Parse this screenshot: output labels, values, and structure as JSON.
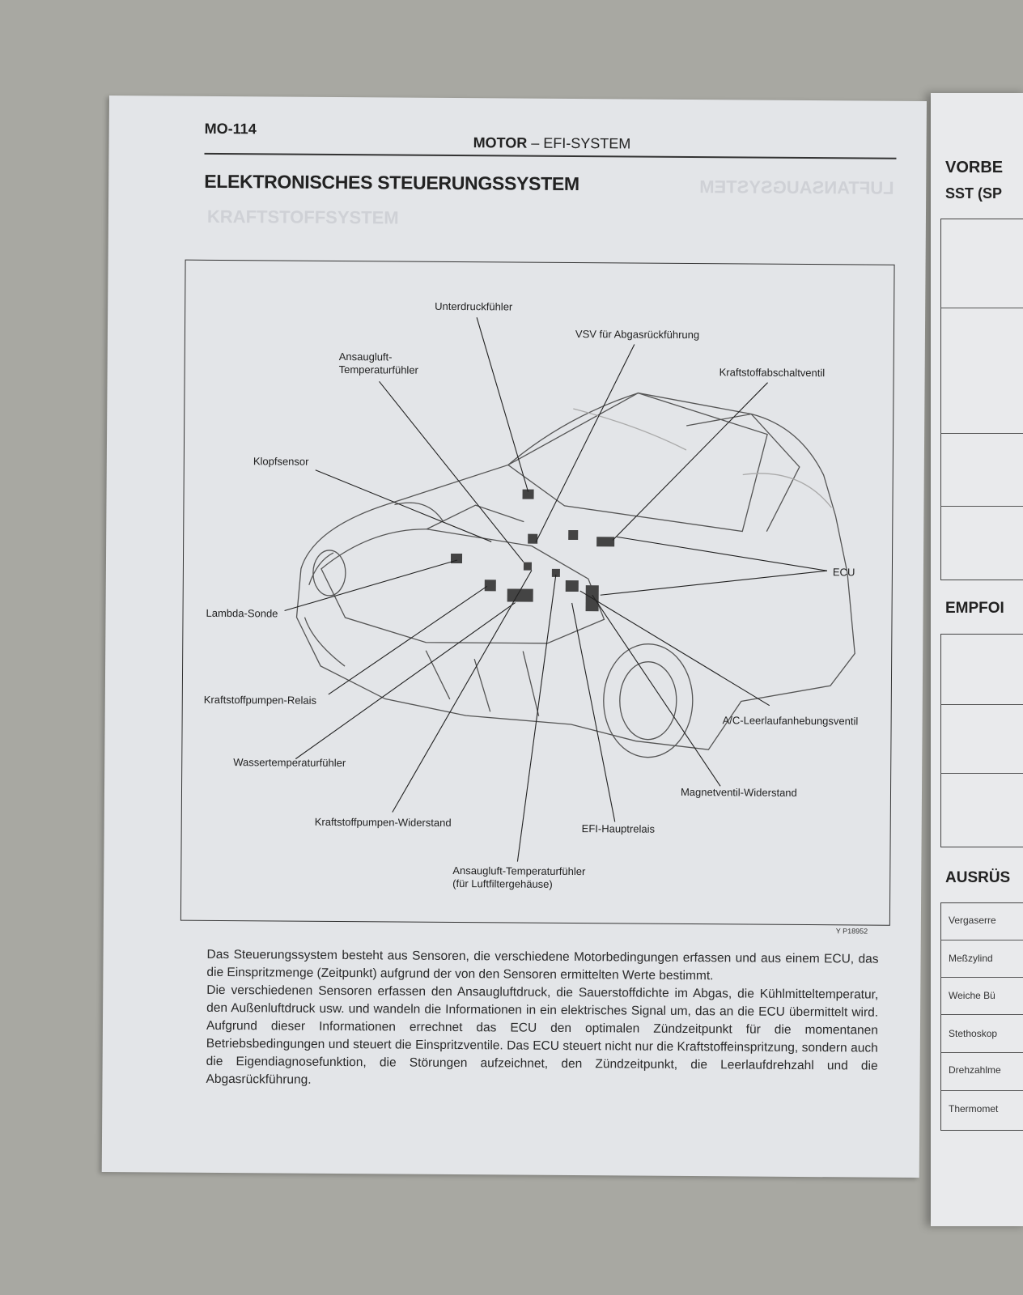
{
  "page": {
    "page_number": "MO-114",
    "section_bold": "MOTOR",
    "section_rest": " – EFI-SYSTEM",
    "title": "ELEKTRONISCHES STEUERUNGSSYSTEM",
    "ghost_title_1": "LUFTANSAUGSYSTEM",
    "ghost_title_2": "KRAFTSTOFFSYSTEM"
  },
  "diagram": {
    "labels": {
      "unterdruck": "Unterdruckfühler",
      "vsv": "VSV für Abgasrückführung",
      "ansaug_temp_1": "Ansaugluft-",
      "ansaug_temp_2": "Temperaturfühler",
      "abschaltventil": "Kraftstoffabschaltventil",
      "klopf": "Klopfsensor",
      "ecu": "ECU",
      "lambda": "Lambda-Sonde",
      "pumpen_relais": "Kraftstoffpumpen-Relais",
      "ac": "A/C-Leerlaufanhebungsventil",
      "wasser": "Wassertemperaturfühler",
      "magnet": "Magnetventil-Widerstand",
      "pumpen_widerstand": "Kraftstoffpumpen-Widerstand",
      "efi": "EFI-Hauptrelais",
      "luftfilter_1": "Ansaugluft-Temperaturfühler",
      "luftfilter_2": "(für Luftfiltergehäuse)"
    },
    "figure_id": "Y  P18952"
  },
  "body": {
    "p1": "Das Steuerungssystem besteht aus Sensoren, die verschiedene Motorbedingungen erfassen und aus einem ECU, das die Einspritzmenge (Zeitpunkt) aufgrund der von den Sensoren ermittelten Werte bestimmt.",
    "p2": "Die verschiedenen Sensoren erfassen den Ansaugluftdruck, die Sauerstoffdichte im Abgas, die Kühlmitteltemperatur, den Außenluftdruck usw. und wandeln die Informationen in ein elektrisches Signal um, das an die ECU übermittelt wird. Aufgrund dieser Informationen errechnet das ECU den optimalen Zündzeitpunkt für die momentanen Betriebsbedingungen und steuert die Einspritzventile. Das ECU steuert nicht nur die Kraftstoffeinspritzung, sondern auch die Eigendiagnosefunktion, die Störungen aufzeichnet, den Zündzeitpunkt, die Leerlaufdrehzahl und die Abgasrückführung."
  },
  "right_page": {
    "h1": "VORBE",
    "h2": "SST (SP",
    "h3": "EMPFOI",
    "h4": "AUSRÜS",
    "items": [
      "Vergaserre",
      "Meßzylind",
      "Weiche Bü",
      "Stethoskop",
      "Drehzahlme",
      "Thermomet"
    ]
  }
}
